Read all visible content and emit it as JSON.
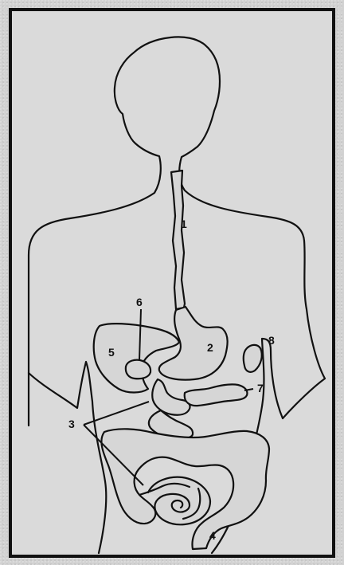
{
  "diagram": {
    "labels": {
      "esophagus": "1",
      "stomach": "2",
      "small_intestine": "3",
      "large_intestine": "4",
      "liver": "5",
      "gallbladder": "6",
      "pancreas": "7",
      "spleen": "8"
    }
  }
}
